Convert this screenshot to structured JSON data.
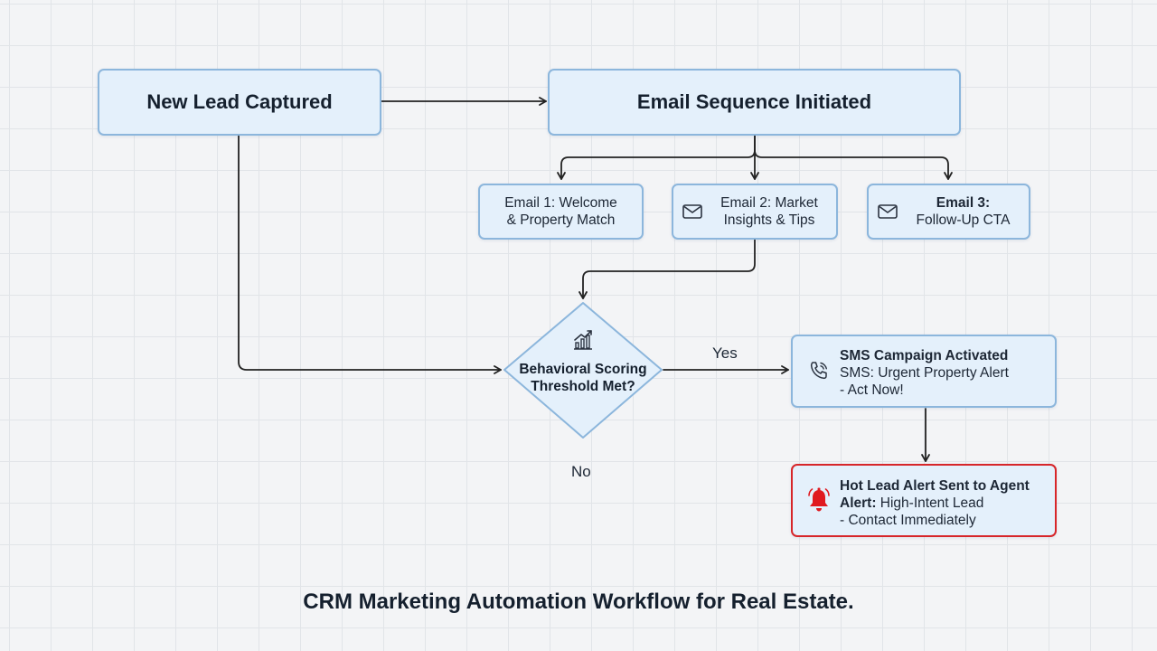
{
  "nodes": {
    "new_lead": {
      "label": "New Lead Captured"
    },
    "email_sequence": {
      "label": "Email Sequence Initiated"
    },
    "email1": {
      "line1": "Email 1: Welcome",
      "line2": "& Property Match"
    },
    "email2": {
      "line1": "Email 2: Market",
      "line2": "Insights & Tips",
      "icon": "mail-icon"
    },
    "email3": {
      "line1": "Email 3:",
      "line2": "Follow-Up CTA",
      "icon": "mail-icon"
    },
    "decision": {
      "line1": "Behavioral Scoring",
      "line2": "Threshold Met?",
      "icon": "chart-icon"
    },
    "sms": {
      "title": "SMS Campaign Activated",
      "line2": "SMS: Urgent Property Alert",
      "line3": "- Act Now!",
      "icon": "phone-icon"
    },
    "hot_lead": {
      "title": "Hot Lead Alert Sent to Agent",
      "line2_prefix": "Alert:",
      "line2_rest": " High-Intent Lead",
      "line3": "- Contact Immediately",
      "icon": "bell-icon"
    }
  },
  "edges": {
    "yes_label": "Yes",
    "no_label": "No"
  },
  "caption": "CRM Marketing Automation Workflow for Real Estate.",
  "colors": {
    "node_fill": "#e4f0fb",
    "node_border": "#8cb6dc",
    "alert_border": "#d7262a",
    "alert_icon": "#e0191f",
    "connector": "#222222"
  }
}
